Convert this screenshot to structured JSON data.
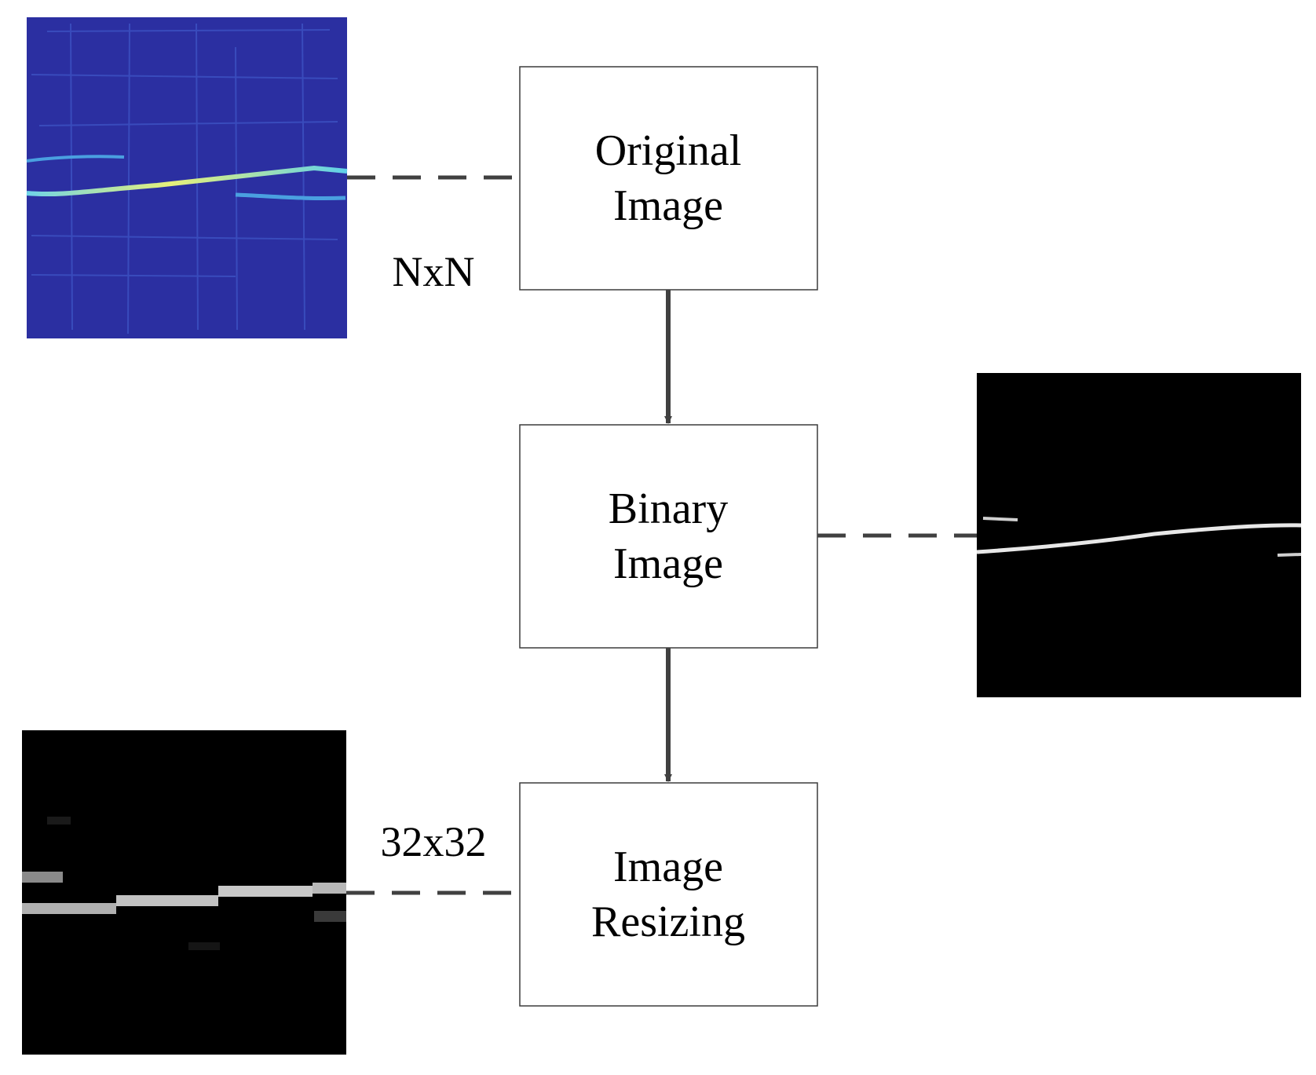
{
  "steps": [
    {
      "id": "original",
      "line1": "Original",
      "line2": "Image"
    },
    {
      "id": "binary",
      "line1": "Binary",
      "line2": "Image"
    },
    {
      "id": "resizing",
      "line1": "Image",
      "line2": "Resizing"
    }
  ],
  "size_labels": {
    "original": "NxN",
    "resized": "32x32"
  },
  "colors": {
    "box_stroke": "#3c3c3c",
    "connector": "#404040",
    "heatmap_background": "#2b2fa1",
    "heatmap_line": "#d9e86a",
    "binary_background": "#000000",
    "binary_line": "#e8e8e8"
  }
}
